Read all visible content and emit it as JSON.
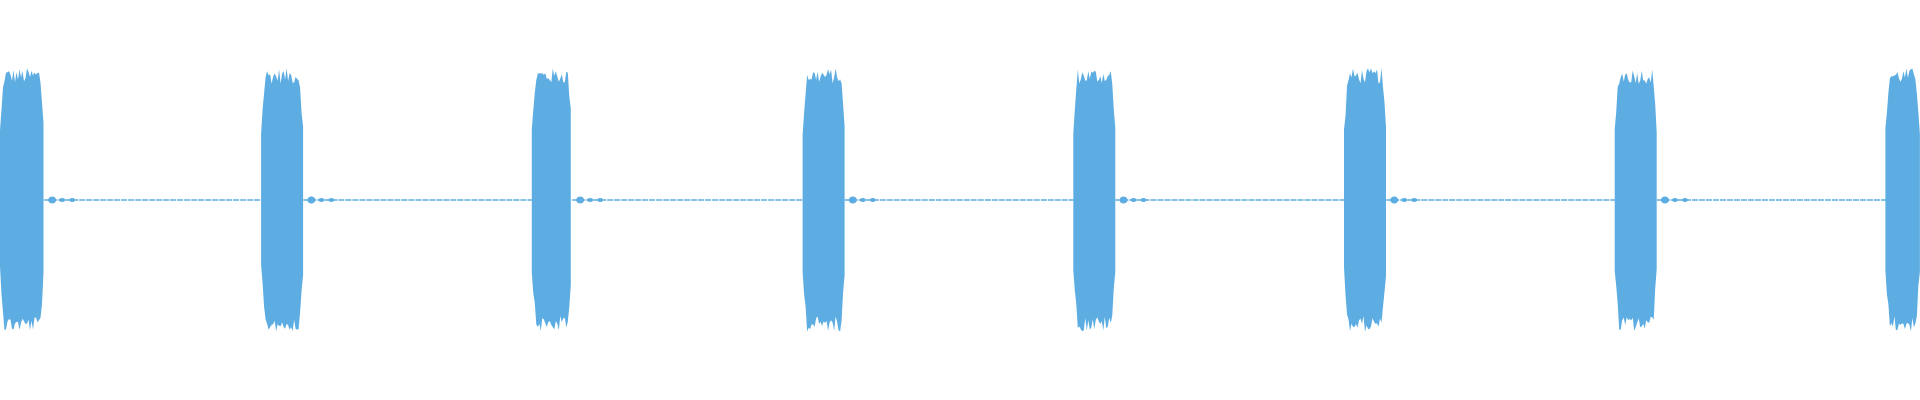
{
  "waveform": {
    "label": "audio-waveform",
    "color": "#5dade2",
    "background": "#ffffff",
    "burst_count": 8,
    "burst_peak_amplitude": 0.66,
    "burst_body_amplitude": 0.58,
    "baseline_amplitude": 0.01,
    "bursts": [
      {
        "start_fraction": 0.0,
        "end_fraction": 0.023
      },
      {
        "start_fraction": 0.136,
        "end_fraction": 0.158
      },
      {
        "start_fraction": 0.277,
        "end_fraction": 0.298
      },
      {
        "start_fraction": 0.418,
        "end_fraction": 0.44
      },
      {
        "start_fraction": 0.559,
        "end_fraction": 0.581
      },
      {
        "start_fraction": 0.7,
        "end_fraction": 0.722
      },
      {
        "start_fraction": 0.841,
        "end_fraction": 0.863
      },
      {
        "start_fraction": 0.982,
        "end_fraction": 1.0
      }
    ]
  }
}
